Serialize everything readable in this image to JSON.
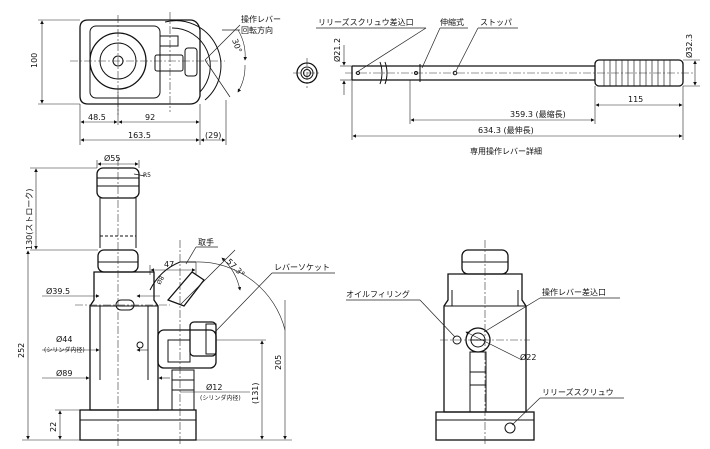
{
  "top_view": {
    "lever_rotation_label_1": "操作レバー",
    "lever_rotation_label_2": "回転方向",
    "angle_30": "30°",
    "dim_100": "100",
    "dim_48_5": "48.5",
    "dim_92": "92",
    "dim_163_5": "163.5",
    "dim_29": "(29)"
  },
  "lever_detail": {
    "release_screw_insert": "リリーズスクリュウ差込口",
    "telescopic": "伸縮式",
    "stopper": "ストッパ",
    "dia_21_2": "Ø21.2",
    "dia_32_3": "Ø32.3",
    "dim_115": "115",
    "dim_359_3": "359.3 (最縮長)",
    "dim_634_3": "634.3 (最伸長)",
    "caption": "専用操作レバー詳細"
  },
  "side_view": {
    "dia_55": "Ø55",
    "r5": "R5",
    "stroke": "130(ストローク)",
    "handle": "取手",
    "dim_47": "47",
    "angle_57_3": "57.3°",
    "dia_8": "Ø8",
    "lever_socket": "レバーソケット",
    "dia_39_5": "Ø39.5",
    "dia_44": "Ø44",
    "cylinder_inner": "(シリンダ内径)",
    "dia_89": "Ø89",
    "dia_12": "Ø12",
    "cylinder_inner_2": "(シリンダ内径)",
    "dim_252": "252",
    "dim_205": "205",
    "dim_131": "(131)",
    "dim_22": "22"
  },
  "front_view": {
    "oil_filling": "オイルフィリング",
    "lever_insert": "操作レバー差込口",
    "dia_22": "Ø22",
    "release_screw": "リリーズスクリュウ"
  }
}
